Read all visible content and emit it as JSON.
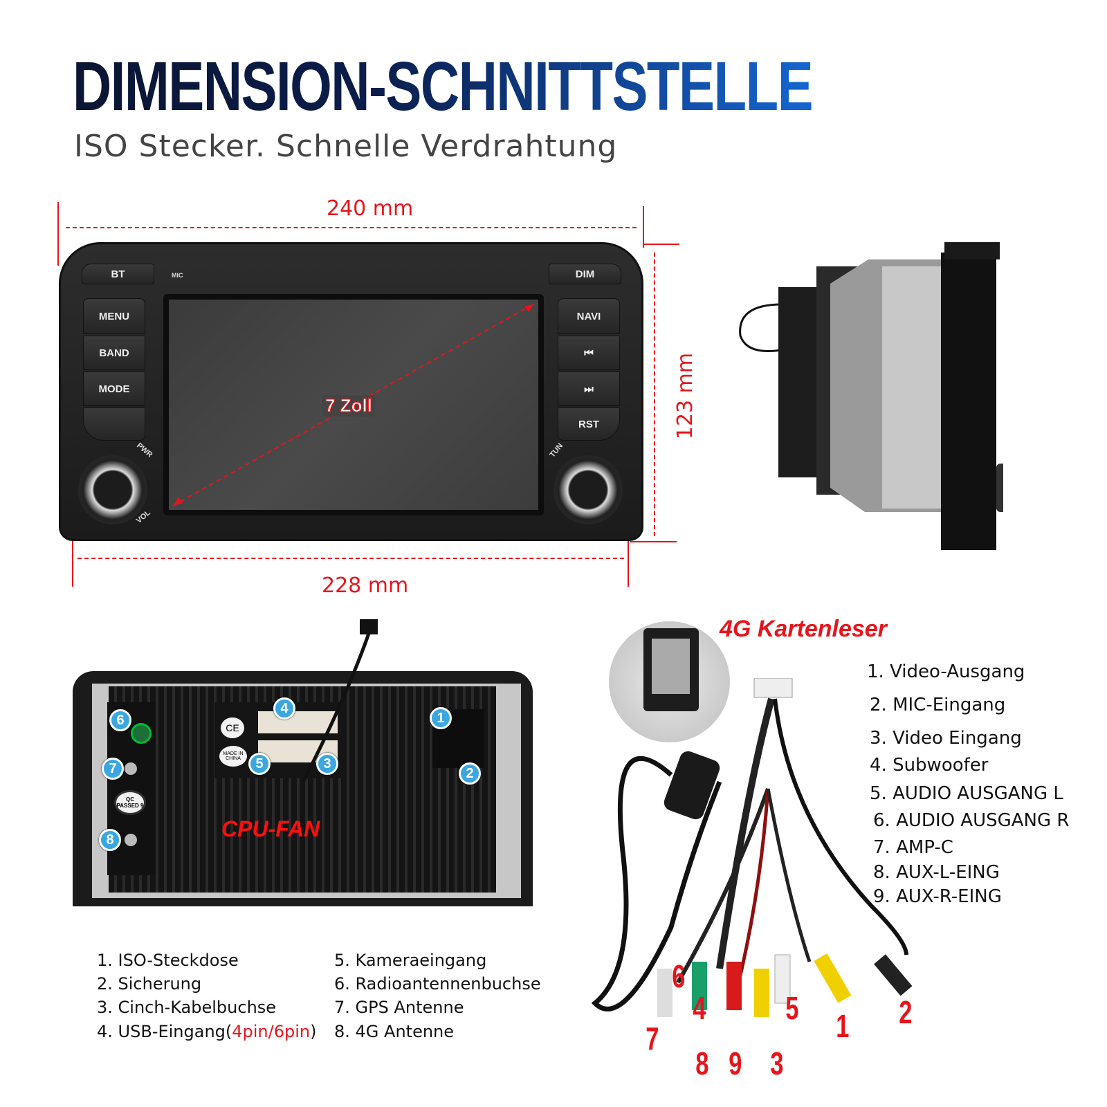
{
  "header": {
    "title": "DIMENSION-SCHNITTSTELLE",
    "subtitle": "ISO Stecker. Schnelle Verdrahtung"
  },
  "dimensions": {
    "width_top": "240 mm",
    "width_bottom": "228 mm",
    "height": "123 mm",
    "screen": "7 Zoll"
  },
  "front_panel": {
    "left_buttons": [
      "MENU",
      "BAND",
      "MODE"
    ],
    "right_buttons": [
      "NAVI",
      "⏮",
      "⏭",
      "RST"
    ],
    "top_left": "BT",
    "top_right": "DIM",
    "mic": "MIC",
    "pwr": "PWR",
    "vol": "VOL",
    "tun": "TUN"
  },
  "rear": {
    "fan_label": "CPU-FAN",
    "ce": "CE",
    "made_in": "MADE IN CHINA",
    "qc": "QC PASSED 9",
    "badges": [
      "1",
      "2",
      "3",
      "4",
      "5",
      "6",
      "7",
      "8"
    ]
  },
  "rear_legend": {
    "left": [
      "1. ISO-Steckdose",
      "2. Sicherung",
      "3. Cinch-Kabelbuchse"
    ],
    "item4_prefix": "4. USB-Eingang(",
    "item4_highlight": "4pin/6pin",
    "item4_suffix": ")",
    "right": [
      "5. Kameraeingang",
      "6. Radioantennenbuchse",
      "7. GPS Antenne",
      "8. 4G Antenne"
    ]
  },
  "cable": {
    "card_reader_label": "4G Kartenleser",
    "legend": [
      "1. Video-Ausgang",
      "2. MIC-Eingang",
      "3. Video Eingang",
      "4. Subwoofer",
      "5. AUDIO AUSGANG L",
      "6. AUDIO AUSGANG R",
      "7. AMP-C",
      "8. AUX-L-EING",
      "9. AUX-R-EING"
    ],
    "numbers": [
      "6",
      "4",
      "5",
      "1",
      "2",
      "7",
      "8",
      "9",
      "3"
    ]
  },
  "colors": {
    "accent": "#e8141b",
    "badge": "#3aa7e0",
    "title_dark": "#0b1533",
    "title_blue": "#1565d0"
  }
}
